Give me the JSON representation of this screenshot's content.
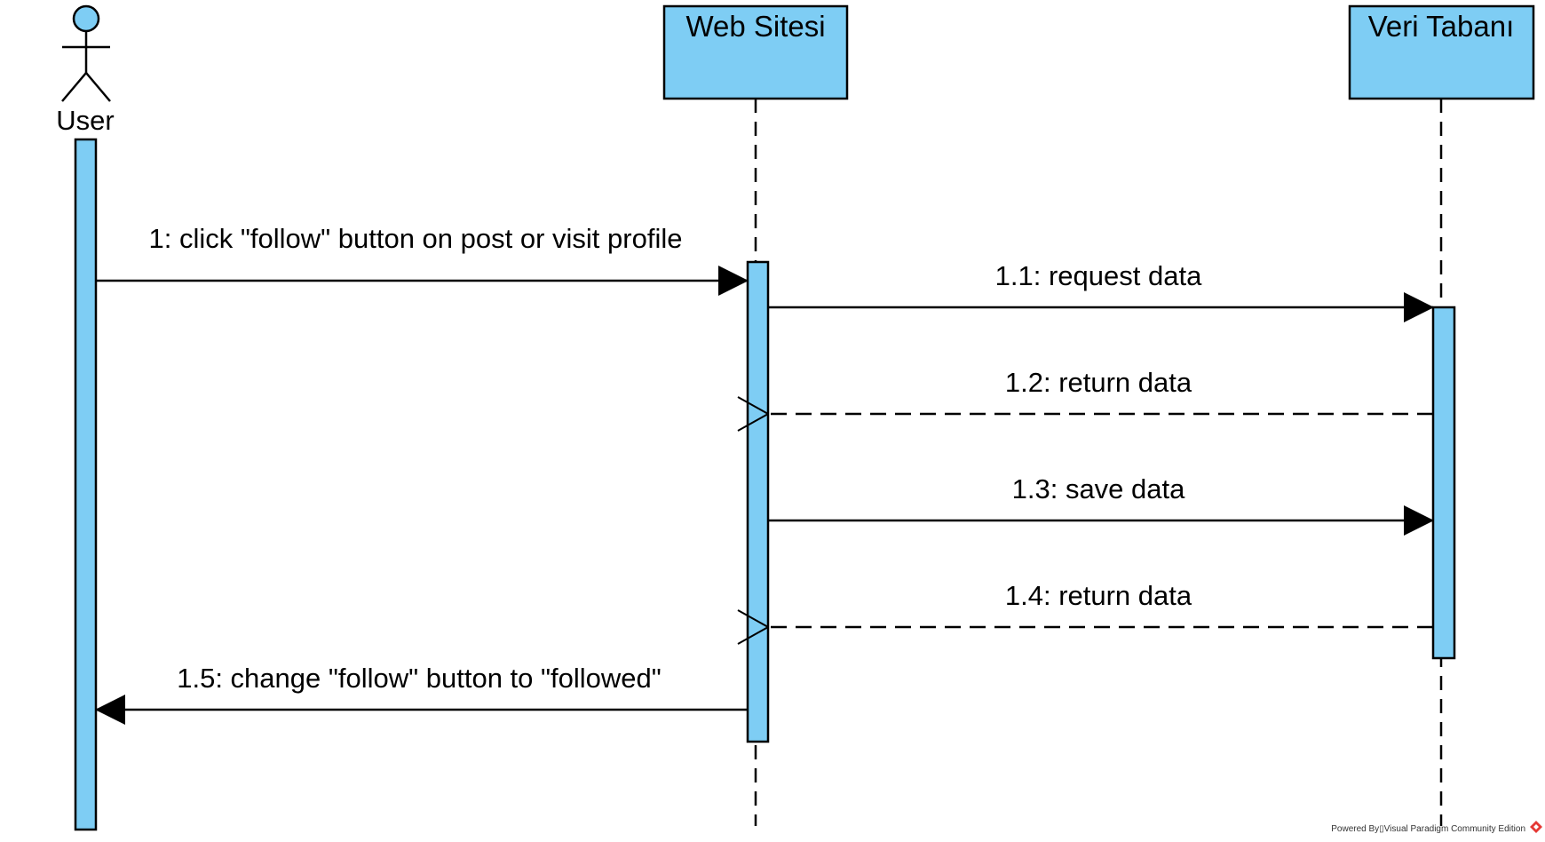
{
  "colors": {
    "participant_fill": "#7ECDF4",
    "activation_fill": "#7ECDF4",
    "stroke": "#000000",
    "footer_logo": "#E53935"
  },
  "participants": {
    "user": {
      "label": "User",
      "kind": "actor"
    },
    "web_sitesi": {
      "label": "Web Sitesi",
      "kind": "object"
    },
    "veri_tabani": {
      "label": "Veri Tabanı",
      "kind": "object"
    }
  },
  "messages": [
    {
      "id": "m1",
      "label": "1: click \"follow\" button on post or visit profile",
      "from": "User",
      "to": "Web Sitesi",
      "style": "synchronous"
    },
    {
      "id": "m11",
      "label": "1.1: request data",
      "from": "Web Sitesi",
      "to": "Veri Tabanı",
      "style": "synchronous"
    },
    {
      "id": "m12",
      "label": "1.2: return data",
      "from": "Veri Tabanı",
      "to": "Web Sitesi",
      "style": "return"
    },
    {
      "id": "m13",
      "label": "1.3: save data",
      "from": "Web Sitesi",
      "to": "Veri Tabanı",
      "style": "synchronous"
    },
    {
      "id": "m14",
      "label": "1.4: return data",
      "from": "Veri Tabanı",
      "to": "Web Sitesi",
      "style": "return"
    },
    {
      "id": "m15",
      "label": "1.5: change \"follow\" button to \"followed\"",
      "from": "Web Sitesi",
      "to": "User",
      "style": "synchronous"
    }
  ],
  "footer": {
    "text": "Powered By▯Visual Paradigm Community Edition",
    "logo_icon": "visual-paradigm-logo-icon"
  }
}
